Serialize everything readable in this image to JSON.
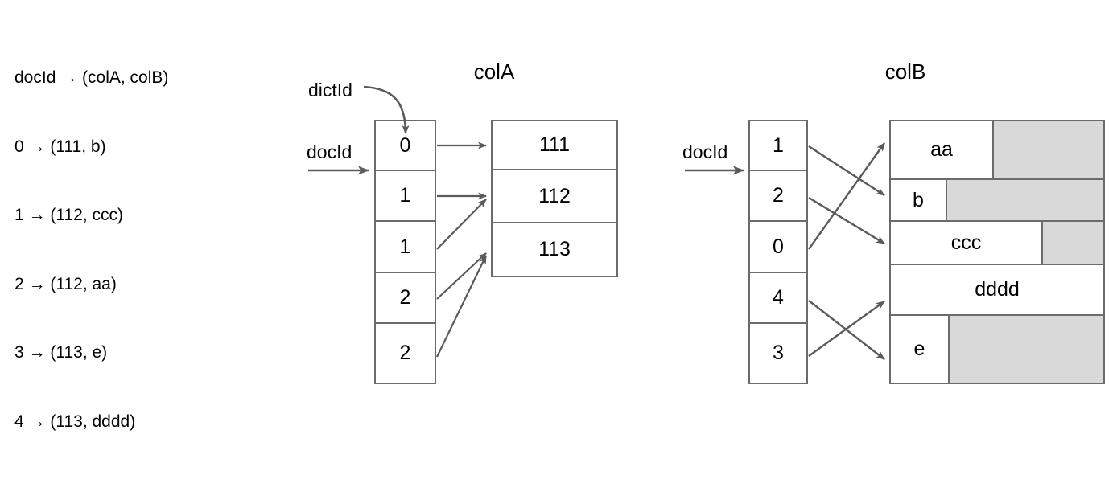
{
  "legend": {
    "lines": [
      "docId → (colA, colB)",
      "0 → (111, b)",
      "1 → (112, ccc)",
      "2 → (112, aa)",
      "3 → (113, e)",
      "4 → (113, dddd)"
    ]
  },
  "colA": {
    "title": "colA",
    "docid_label": "docId",
    "dictid_label": "dictId",
    "index_values": [
      "0",
      "1",
      "1",
      "2",
      "2"
    ],
    "dictionary_values": [
      "111",
      "112",
      "113"
    ]
  },
  "colB": {
    "title": "colB",
    "docid_label": "docId",
    "values": [
      "aa",
      "b",
      "ccc",
      "dddd",
      "e"
    ]
  },
  "colors": {
    "stroke": "#6b6b6b",
    "padding_fill": "#d9d9d9",
    "cell_fill": "#ffffff",
    "text": "#000000"
  },
  "chart_data": {
    "type": "diagram",
    "title": "Dictionary encoding of colA and colB",
    "mapping": [
      {
        "docId": 0,
        "colA": "111",
        "colB": "b"
      },
      {
        "docId": 1,
        "colA": "112",
        "colB": "ccc"
      },
      {
        "docId": 2,
        "colA": "112",
        "colB": "aa"
      },
      {
        "docId": 3,
        "colA": "113",
        "colB": "e"
      },
      {
        "docId": 4,
        "colA": "113",
        "colB": "dddd"
      }
    ],
    "colA_dictIds": [
      0,
      1,
      1,
      2,
      2
    ],
    "colA_dictionary": [
      "111",
      "112",
      "113"
    ],
    "colB_offsets": [
      1,
      2,
      0,
      4,
      3
    ],
    "colB_slots": [
      "aa",
      "b",
      "ccc",
      "dddd",
      "e"
    ]
  }
}
